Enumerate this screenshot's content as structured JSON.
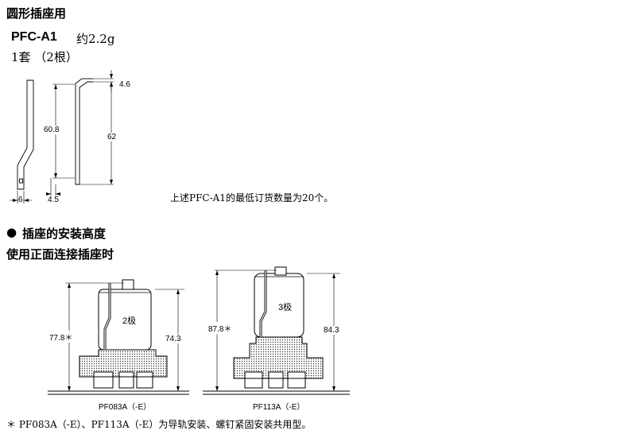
{
  "section_title": "圆形插座用",
  "product": {
    "model": "PFC-A1",
    "weight": "约2.2g",
    "quantity": "1套 （2根）"
  },
  "pin_drawing": {
    "dims": {
      "d46": "4.6",
      "d608": "60.8",
      "d62": "62",
      "d6": "6",
      "d45": "4.5"
    }
  },
  "min_order_note": "上述PFC-A1的最低订货数量为20个。",
  "install_height": {
    "bullet": "●",
    "title": "插座的安装高度",
    "subtitle": "使用正面连接插座时"
  },
  "socket_left": {
    "pole_label": "2极",
    "height_total": "77.8＊",
    "height_inner": "74.3",
    "caption": "PF083A（-E）"
  },
  "socket_right": {
    "pole_label": "3极",
    "height_total": "87.8＊",
    "height_inner": "84.3",
    "caption": "PF113A（-E）"
  },
  "footnote": "＊ PF083A（-E）、PF113A（-E）为导轨安装、螺钉紧固安装共用型。"
}
